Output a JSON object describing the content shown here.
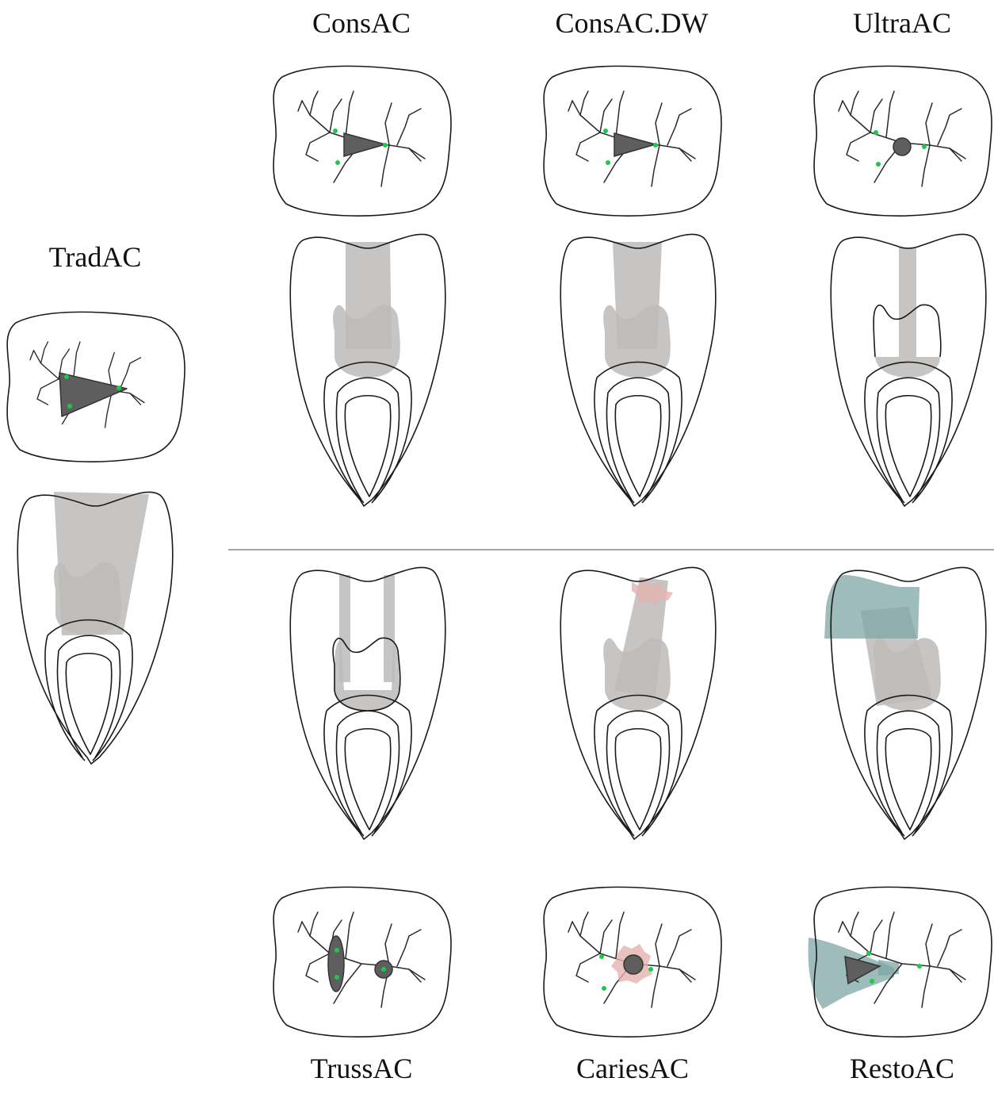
{
  "labels": {
    "tradac": "TradAC",
    "consac": "ConsAC",
    "consac_dw": "ConsAC.DW",
    "ultraac": "UltraAC",
    "trussac": "TrussAC",
    "cariesac": "CariesAC",
    "restoac": "RestoAC"
  },
  "colors": {
    "outline": "#1a1a1a",
    "cavity_grey": "#bdbbb8",
    "access_dark": "#5e5e5e",
    "canal_orifice_green": "#1cc84a",
    "caries_pink": "#e3b2ae",
    "restoration_teal": "#7ea5a5",
    "divider": "#8a8a80"
  },
  "icons": [
    "occlusal-view-icon",
    "crown-section-icon"
  ]
}
